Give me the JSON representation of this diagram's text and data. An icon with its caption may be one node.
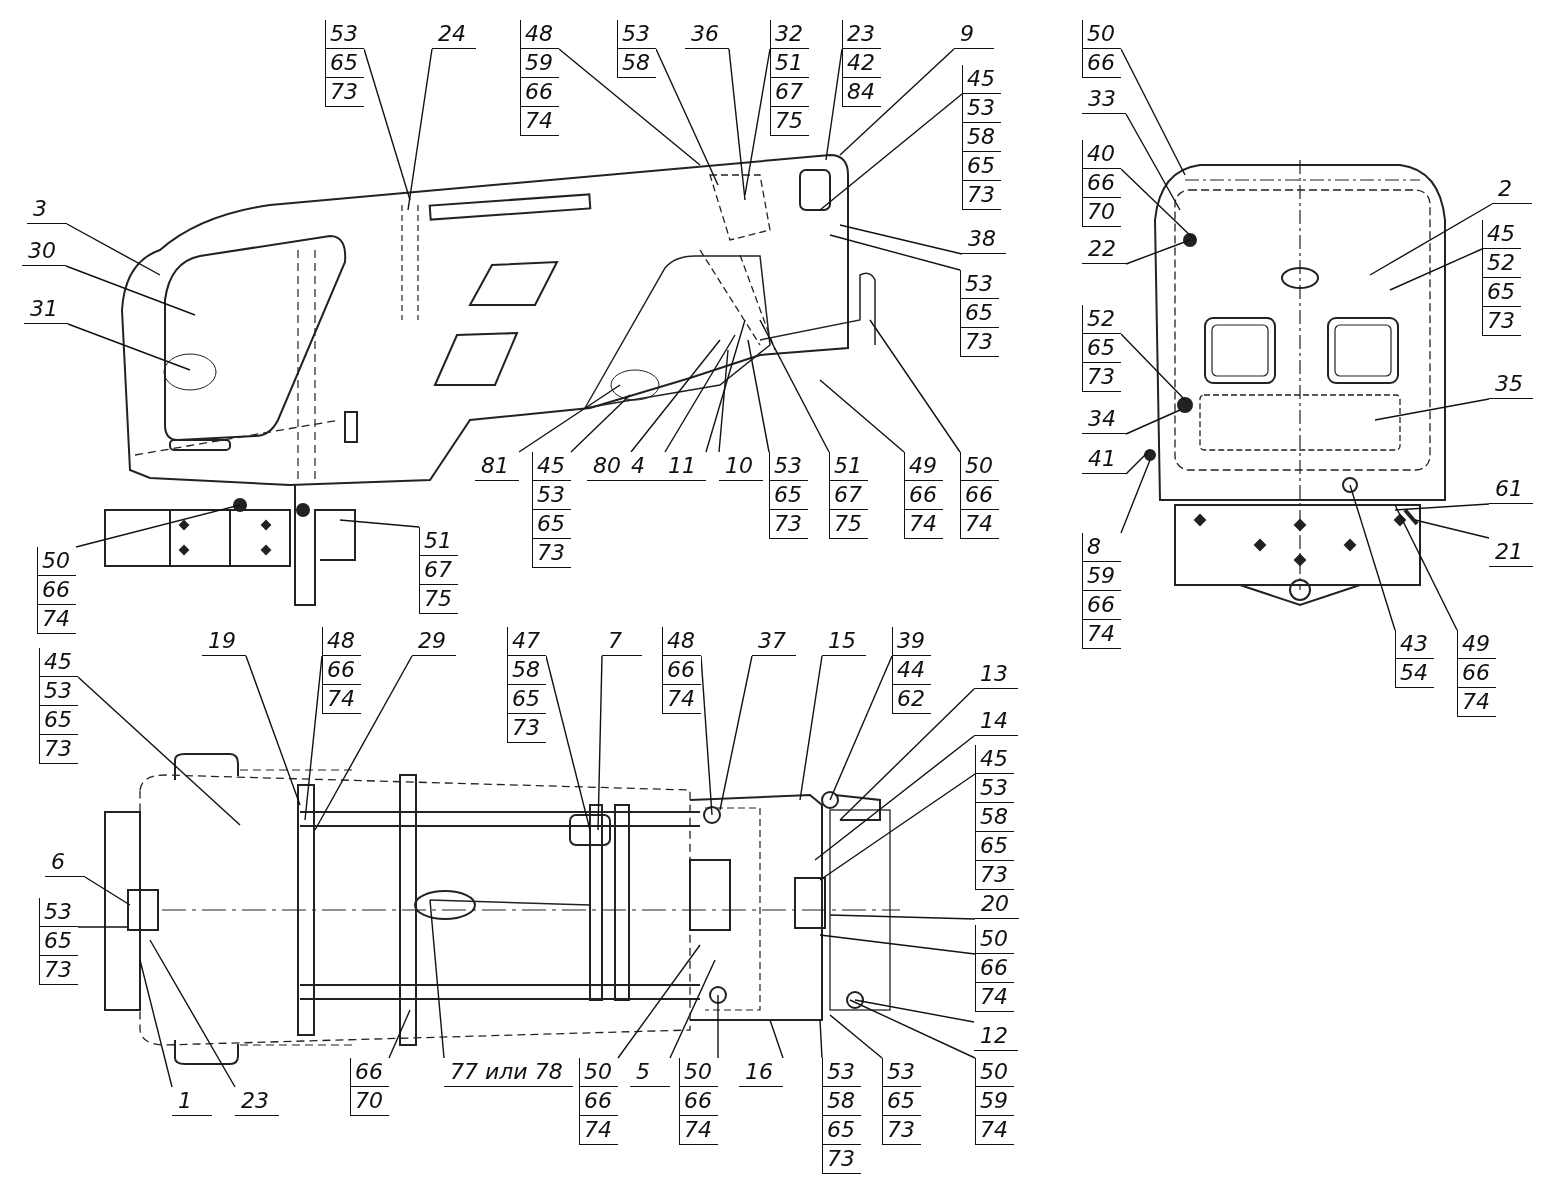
{
  "diagram": {
    "nodes": [
      {
        "text": [
          "53",
          "65",
          "73"
        ]
      },
      {
        "text": [
          "24"
        ]
      },
      {
        "text": [
          "48",
          "59",
          "66",
          "74"
        ]
      },
      {
        "text": [
          "53",
          "58"
        ]
      },
      {
        "text": [
          "36"
        ]
      },
      {
        "text": [
          "32",
          "51",
          "67",
          "75"
        ]
      },
      {
        "text": [
          "23",
          "42",
          "84"
        ]
      },
      {
        "text": [
          "9"
        ]
      },
      {
        "text": [
          "45",
          "53",
          "58",
          "65",
          "73"
        ]
      },
      {
        "text": [
          "38"
        ]
      },
      {
        "text": [
          "53",
          "65",
          "73"
        ]
      },
      {
        "text": [
          "3"
        ]
      },
      {
        "text": [
          "30"
        ]
      },
      {
        "text": [
          "31"
        ]
      },
      {
        "text": [
          "81"
        ]
      },
      {
        "text": [
          "45",
          "53",
          "65",
          "73"
        ]
      },
      {
        "text": [
          "80"
        ]
      },
      {
        "text": [
          "4"
        ]
      },
      {
        "text": [
          "11"
        ]
      },
      {
        "text": [
          "10"
        ]
      },
      {
        "text": [
          "53",
          "65",
          "73"
        ]
      },
      {
        "text": [
          "51",
          "67",
          "75"
        ]
      },
      {
        "text": [
          "49",
          "66",
          "74"
        ]
      },
      {
        "text": [
          "50",
          "66",
          "74"
        ]
      },
      {
        "text": [
          "51",
          "67",
          "75"
        ]
      },
      {
        "text": [
          "50",
          "66",
          "74"
        ]
      },
      {
        "text": [
          "50",
          "66"
        ]
      },
      {
        "text": [
          "33"
        ]
      },
      {
        "text": [
          "40",
          "66",
          "70"
        ]
      },
      {
        "text": [
          "22"
        ]
      },
      {
        "text": [
          "2"
        ]
      },
      {
        "text": [
          "45",
          "52",
          "65",
          "73"
        ]
      },
      {
        "text": [
          "52",
          "65",
          "73"
        ]
      },
      {
        "text": [
          "34"
        ]
      },
      {
        "text": [
          "35"
        ]
      },
      {
        "text": [
          "41"
        ]
      },
      {
        "text": [
          "8",
          "59",
          "66",
          "74"
        ]
      },
      {
        "text": [
          "61"
        ]
      },
      {
        "text": [
          "21"
        ]
      },
      {
        "text": [
          "43",
          "54"
        ]
      },
      {
        "text": [
          "49",
          "66",
          "74"
        ]
      },
      {
        "text": [
          "45",
          "53",
          "65",
          "73"
        ]
      },
      {
        "text": [
          "19"
        ]
      },
      {
        "text": [
          "48",
          "66",
          "74"
        ]
      },
      {
        "text": [
          "29"
        ]
      },
      {
        "text": [
          "47",
          "58",
          "65",
          "73"
        ]
      },
      {
        "text": [
          "7"
        ]
      },
      {
        "text": [
          "48",
          "66",
          "74"
        ]
      },
      {
        "text": [
          "37"
        ]
      },
      {
        "text": [
          "15"
        ]
      },
      {
        "text": [
          "39",
          "44",
          "62"
        ]
      },
      {
        "text": [
          "13"
        ]
      },
      {
        "text": [
          "14"
        ]
      },
      {
        "text": [
          "45",
          "53",
          "58",
          "65",
          "73"
        ]
      },
      {
        "text": [
          "20"
        ]
      },
      {
        "text": [
          "50",
          "66",
          "74"
        ]
      },
      {
        "text": [
          "12"
        ]
      },
      {
        "text": [
          "50",
          "59",
          "74"
        ]
      },
      {
        "text": [
          "6"
        ]
      },
      {
        "text": [
          "53",
          "65",
          "73"
        ]
      },
      {
        "text": [
          "1"
        ]
      },
      {
        "text": [
          "23"
        ]
      },
      {
        "text": [
          "66",
          "70"
        ]
      },
      {
        "text": [
          "77 или 78"
        ]
      },
      {
        "text": [
          "50",
          "66",
          "74"
        ]
      },
      {
        "text": [
          "5"
        ]
      },
      {
        "text": [
          "50",
          "66",
          "74"
        ]
      },
      {
        "text": [
          "16"
        ]
      },
      {
        "text": [
          "53",
          "58",
          "65",
          "73"
        ]
      },
      {
        "text": [
          "53",
          "65",
          "73"
        ]
      }
    ],
    "edges": [
      {
        "from": 0,
        "to": null,
        "arrow": "none"
      },
      {
        "from": 1,
        "to": null,
        "arrow": "none"
      },
      {
        "from": 2,
        "to": null,
        "arrow": "none"
      },
      {
        "from": 3,
        "to": null,
        "arrow": "none"
      },
      {
        "from": 4,
        "to": null,
        "arrow": "none"
      },
      {
        "from": 5,
        "to": null,
        "arrow": "none"
      },
      {
        "from": 6,
        "to": null,
        "arrow": "none"
      },
      {
        "from": 7,
        "to": null,
        "arrow": "none"
      },
      {
        "from": 8,
        "to": null,
        "arrow": "none"
      },
      {
        "from": 9,
        "to": null,
        "arrow": "none"
      },
      {
        "from": 10,
        "to": null,
        "arrow": "none"
      },
      {
        "from": 11,
        "to": null,
        "arrow": "none"
      },
      {
        "from": 12,
        "to": null,
        "arrow": "none"
      },
      {
        "from": 13,
        "to": null,
        "arrow": "none"
      },
      {
        "from": 14,
        "to": null,
        "arrow": "none"
      },
      {
        "from": 15,
        "to": null,
        "arrow": "none"
      },
      {
        "from": 16,
        "to": null,
        "arrow": "none"
      },
      {
        "from": 17,
        "to": null,
        "arrow": "none"
      },
      {
        "from": 18,
        "to": null,
        "arrow": "none"
      },
      {
        "from": 19,
        "to": null,
        "arrow": "none"
      },
      {
        "from": 20,
        "to": null,
        "arrow": "none"
      },
      {
        "from": 21,
        "to": null,
        "arrow": "none"
      },
      {
        "from": 22,
        "to": null,
        "arrow": "none"
      },
      {
        "from": 23,
        "to": null,
        "arrow": "none"
      },
      {
        "from": 24,
        "to": null,
        "arrow": "none"
      },
      {
        "from": 25,
        "to": null,
        "arrow": "none"
      },
      {
        "from": 26,
        "to": null,
        "arrow": "none"
      },
      {
        "from": 27,
        "to": null,
        "arrow": "none"
      },
      {
        "from": 28,
        "to": null,
        "arrow": "none"
      },
      {
        "from": 29,
        "to": null,
        "arrow": "none"
      },
      {
        "from": 30,
        "to": null,
        "arrow": "none"
      },
      {
        "from": 31,
        "to": null,
        "arrow": "none"
      },
      {
        "from": 32,
        "to": null,
        "arrow": "none"
      },
      {
        "from": 33,
        "to": null,
        "arrow": "none"
      },
      {
        "from": 34,
        "to": null,
        "arrow": "none"
      },
      {
        "from": 35,
        "to": null,
        "arrow": "none"
      },
      {
        "from": 36,
        "to": null,
        "arrow": "none"
      },
      {
        "from": 37,
        "to": null,
        "arrow": "none"
      },
      {
        "from": 38,
        "to": null,
        "arrow": "none"
      },
      {
        "from": 39,
        "to": null,
        "arrow": "none"
      },
      {
        "from": 40,
        "to": null,
        "arrow": "none"
      },
      {
        "from": 41,
        "to": null,
        "arrow": "none"
      },
      {
        "from": 42,
        "to": null,
        "arrow": "none"
      },
      {
        "from": 43,
        "to": null,
        "arrow": "none"
      },
      {
        "from": 44,
        "to": null,
        "arrow": "none"
      },
      {
        "from": 45,
        "to": null,
        "arrow": "none"
      },
      {
        "from": 46,
        "to": null,
        "arrow": "none"
      },
      {
        "from": 47,
        "to": null,
        "arrow": "none"
      },
      {
        "from": 48,
        "to": null,
        "arrow": "none"
      },
      {
        "from": 49,
        "to": null,
        "arrow": "none"
      },
      {
        "from": 50,
        "to": null,
        "arrow": "none"
      },
      {
        "from": 51,
        "to": null,
        "arrow": "none"
      },
      {
        "from": 52,
        "to": null,
        "arrow": "none"
      },
      {
        "from": 53,
        "to": null,
        "arrow": "none"
      },
      {
        "from": 54,
        "to": null,
        "arrow": "none"
      },
      {
        "from": 55,
        "to": null,
        "arrow": "none"
      },
      {
        "from": 56,
        "to": null,
        "arrow": "none"
      },
      {
        "from": 57,
        "to": null,
        "arrow": "none"
      },
      {
        "from": 58,
        "to": null,
        "arrow": "none"
      },
      {
        "from": 59,
        "to": null,
        "arrow": "none"
      },
      {
        "from": 60,
        "to": null,
        "arrow": "none"
      },
      {
        "from": 61,
        "to": null,
        "arrow": "none"
      },
      {
        "from": 62,
        "to": null,
        "arrow": "none"
      },
      {
        "from": 63,
        "to": null,
        "arrow": "none"
      },
      {
        "from": 64,
        "to": null,
        "arrow": "none"
      },
      {
        "from": 65,
        "to": null,
        "arrow": "none"
      },
      {
        "from": 66,
        "to": null,
        "arrow": "none"
      },
      {
        "from": 67,
        "to": null,
        "arrow": "none"
      },
      {
        "from": 68,
        "to": null,
        "arrow": "none"
      },
      {
        "from": 69,
        "to": null,
        "arrow": "none"
      }
    ]
  }
}
